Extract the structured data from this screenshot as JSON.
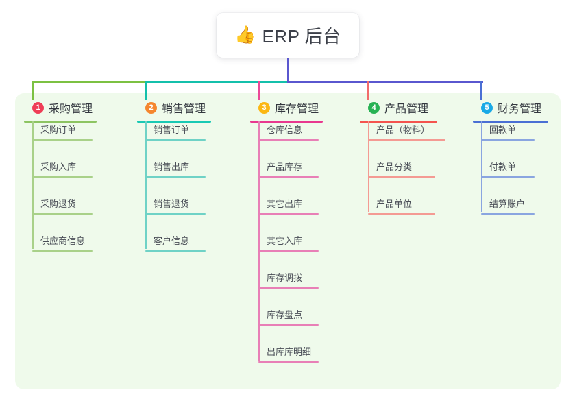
{
  "root": {
    "icon": "thumbs-up-icon",
    "icon_glyph": "👍",
    "title": "ERP 后台"
  },
  "panel": {
    "background": "#effaeb"
  },
  "connector": {
    "segment_green": "#7cc142",
    "segment_teal": "#14c0ab",
    "segment_indigo": "#5a57cf",
    "drop_green": "#7cc142",
    "drop_teal": "#14c0ab",
    "drop_pink": "#ec4899",
    "drop_red": "#f26b6b",
    "drop_blue": "#4a6fd4"
  },
  "columns": [
    {
      "index": "1",
      "title": "采购管理",
      "badge_color": "#ef3d56",
      "line_color": "#8dc462",
      "leaf_color": "#a9d189",
      "items": [
        {
          "label": "采购订单"
        },
        {
          "label": "采购入库"
        },
        {
          "label": "采购退货"
        },
        {
          "label": "供应商信息"
        }
      ]
    },
    {
      "index": "2",
      "title": "销售管理",
      "badge_color": "#f5862e",
      "line_color": "#19c9b4",
      "leaf_color": "#6fd2c6",
      "items": [
        {
          "label": "销售订单"
        },
        {
          "label": "销售出库"
        },
        {
          "label": "销售退货"
        },
        {
          "label": "客户信息"
        }
      ]
    },
    {
      "index": "3",
      "title": "库存管理",
      "badge_color": "#fbb713",
      "line_color": "#e8388f",
      "leaf_color": "#e87fb6",
      "items": [
        {
          "label": "仓库信息"
        },
        {
          "label": "产品库存"
        },
        {
          "label": "其它出库"
        },
        {
          "label": "其它入库"
        },
        {
          "label": "库存调拨"
        },
        {
          "label": "库存盘点"
        },
        {
          "label": "出库库明细"
        }
      ]
    },
    {
      "index": "4",
      "title": "产品管理",
      "badge_color": "#27b253",
      "line_color": "#f4544f",
      "leaf_color": "#f49a93",
      "items": [
        {
          "label": "产品（物料）"
        },
        {
          "label": "产品分类"
        },
        {
          "label": "产品单位"
        }
      ]
    },
    {
      "index": "5",
      "title": "财务管理",
      "badge_color": "#19a9e6",
      "line_color": "#4a6fd4",
      "leaf_color": "#8aa5e0",
      "items": [
        {
          "label": "回款单"
        },
        {
          "label": "付款单"
        },
        {
          "label": "结算账户"
        }
      ]
    }
  ]
}
